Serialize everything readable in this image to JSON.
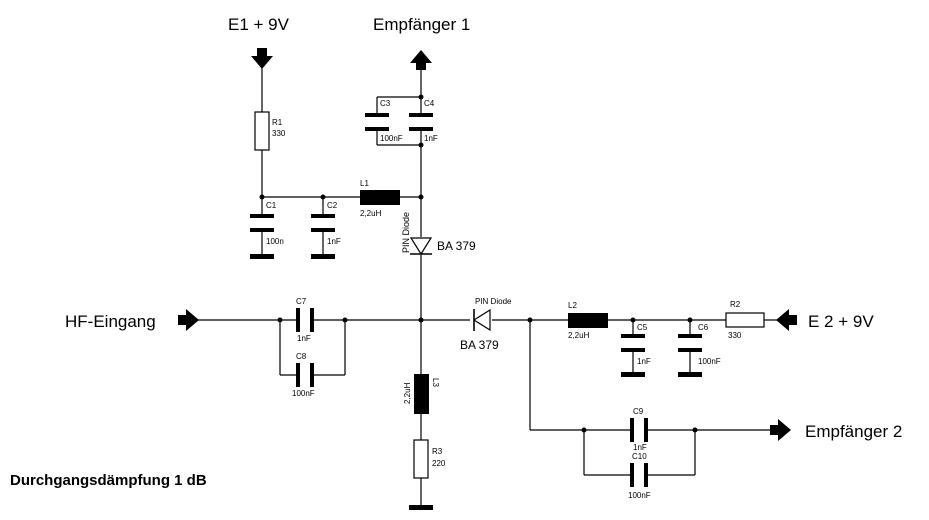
{
  "labels": {
    "e1": "E1 + 9V",
    "empfaenger1": "Empfänger 1",
    "hf_eingang": "HF-Eingang",
    "e2": "E 2 + 9V",
    "empfaenger2": "Empfänger 2",
    "caption": "Durchgangsdämpfung 1 dB"
  },
  "diodes": {
    "d1": {
      "name": "BA 379",
      "type": "PIN Diode"
    },
    "d2": {
      "name": "BA 379",
      "type": "PIN Diode"
    }
  },
  "components": {
    "R1": {
      "ref": "R1",
      "value": "330"
    },
    "R2": {
      "ref": "R2",
      "value": "330"
    },
    "R3": {
      "ref": "R3",
      "value": "220"
    },
    "C1": {
      "ref": "C1",
      "value": "100n"
    },
    "C2": {
      "ref": "C2",
      "value": "1nF"
    },
    "C3": {
      "ref": "C3",
      "value": "100nF"
    },
    "C4": {
      "ref": "C4",
      "value": "1nF"
    },
    "C5": {
      "ref": "C5",
      "value": "1nF"
    },
    "C6": {
      "ref": "C6",
      "value": "100nF"
    },
    "C7": {
      "ref": "C7",
      "value": "1nF"
    },
    "C8": {
      "ref": "C8",
      "value": "100nF"
    },
    "C9": {
      "ref": "C9",
      "value": "1nF"
    },
    "C10": {
      "ref": "C10",
      "value": "100nF"
    },
    "L1": {
      "ref": "L1",
      "value": "2,2uH"
    },
    "L2": {
      "ref": "L2",
      "value": "2,2uH"
    },
    "L3": {
      "ref": "L3",
      "value": "2,2uH"
    }
  }
}
